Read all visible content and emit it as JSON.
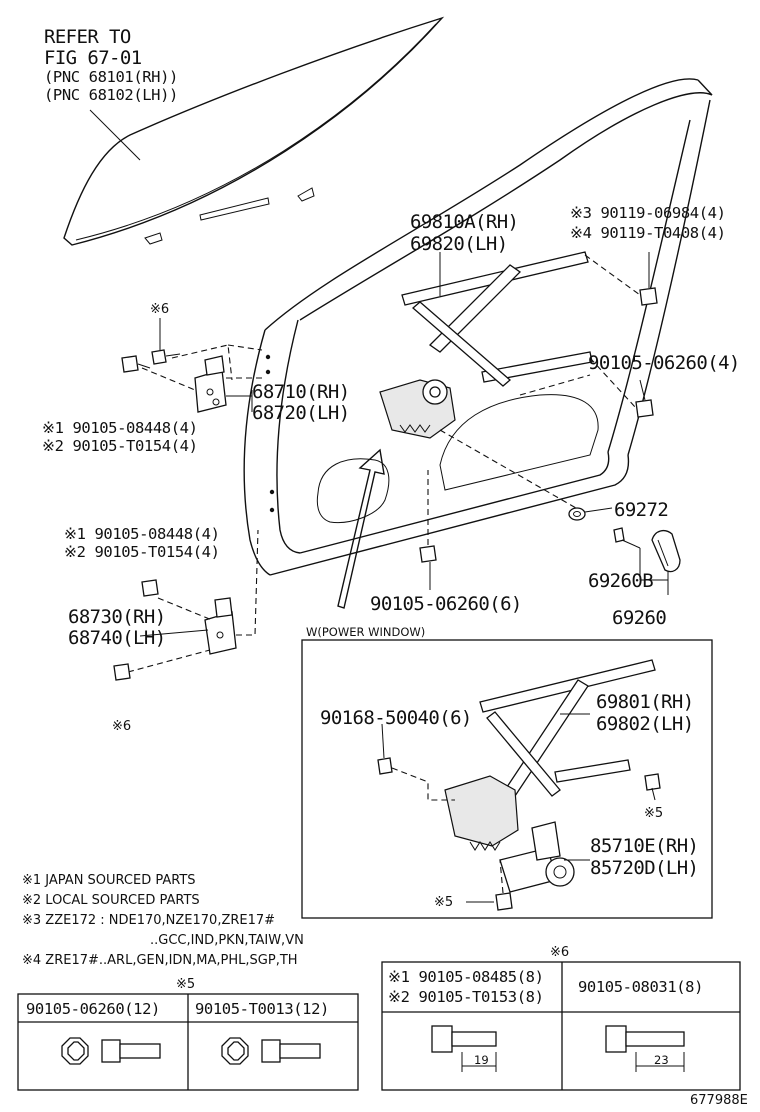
{
  "glass": {
    "refer_line1": "REFER TO",
    "refer_line2": "FIG 67-01",
    "pnc_rh": "(PNC 68101(RH))",
    "pnc_lh": "(PNC 68102(LH))"
  },
  "labels": {
    "regulator_rh": "69810A(RH)",
    "regulator_lh": "69820(LH)",
    "bolt_a3": "※3 90119-06984(4)",
    "bolt_a4": "※4 90119-T0408(4)",
    "bolt_right": "90105-06260(4)",
    "upper_hinge_rh": "68710(RH)",
    "upper_hinge_lh": "68720(LH)",
    "hinge_bolt_1": "※1 90105-08448(4)",
    "hinge_bolt_2": "※2 90105-T0154(4)",
    "bolt_top_mark": "※6",
    "grommet": "69272",
    "lower_hinge_bolt_1": "※1 90105-08448(4)",
    "lower_hinge_bolt_2": "※2 90105-T0154(4)",
    "lower_hinge_rh": "68730(RH)",
    "lower_hinge_lh": "68740(LH)",
    "lower_bolt_mark": "※6",
    "handle_sub": "69260B",
    "handle": "69260",
    "bolt_bottom": "90105-06260(6)"
  },
  "power_window": {
    "title": "W(POWER WINDOW)",
    "bolt": "90168-50040(6)",
    "regulator_rh": "69801(RH)",
    "regulator_lh": "69802(LH)",
    "motor_rh": "85710E(RH)",
    "motor_lh": "85720D(LH)",
    "mark_right": "※5",
    "mark_left": "※5"
  },
  "notes": [
    "※1 JAPAN SOURCED PARTS",
    "※2 LOCAL SOURCED PARTS",
    "※3 ZZE172 : NDE170,NZE170,ZRE17#",
    "..GCC,IND,PKN,TAIW,VN",
    "※4 ZRE17#..ARL,GEN,IDN,MA,PHL,SGP,TH"
  ],
  "table5": {
    "mark": "※5",
    "col1": "90105-06260(12)",
    "col2": "90105-T0013(12)"
  },
  "table6": {
    "mark": "※6",
    "col1_line1": "※1 90105-08485(8)",
    "col1_line2": "※2 90105-T0153(8)",
    "col2": "90105-08031(8)",
    "dim1": "19",
    "dim2": "23"
  },
  "figure_id": "677988E"
}
